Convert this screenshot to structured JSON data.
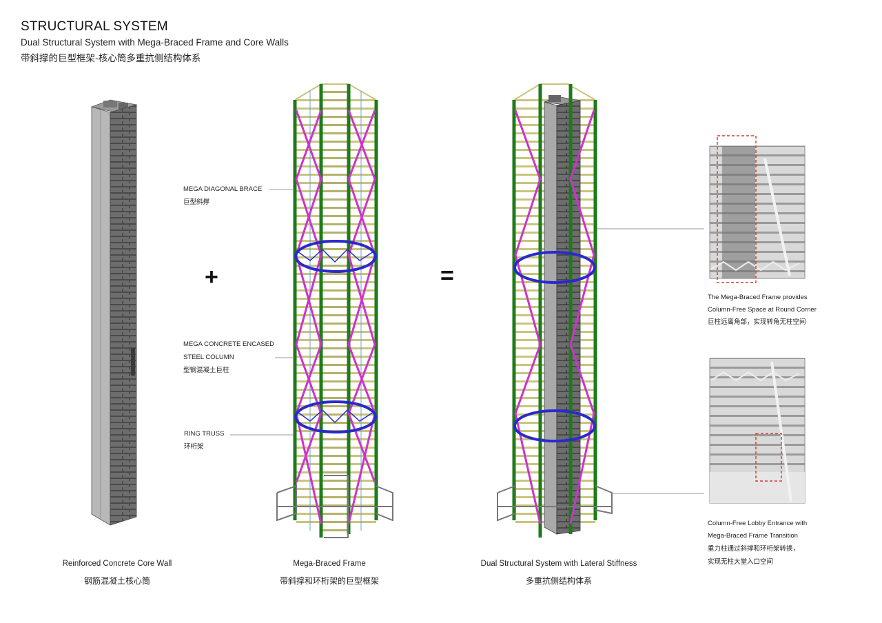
{
  "header": {
    "title": "STRUCTURAL SYSTEM",
    "subtitle_en": "Dual Structural System with Mega-Braced Frame and Core Walls",
    "subtitle_cn": "带斜撑的巨型框架-核心筒多重抗侧结构体系"
  },
  "operators": {
    "plus": "+",
    "equals": "="
  },
  "callouts": {
    "diagonal_brace": {
      "en": "MEGA DIAGONAL BRACE",
      "cn": "巨型斜撑"
    },
    "column": {
      "en1": "MEGA CONCRETE ENCASED",
      "en2": "STEEL COLUMN",
      "cn": "型钢混凝土巨柱"
    },
    "ring_truss": {
      "en": "RING TRUSS",
      "cn": "环桁架"
    }
  },
  "captions": {
    "core": {
      "en": "Reinforced Concrete Core Wall",
      "cn": "钢筋混凝土核心筒"
    },
    "frame": {
      "en": "Mega-Braced Frame",
      "cn": "带斜撑和环桁架的巨型框架"
    },
    "dual": {
      "en": "Dual Structural System with Lateral Stiffness",
      "cn": "多重抗侧结构体系"
    }
  },
  "details": {
    "corner": {
      "line1": "The Mega-Braced Frame provides",
      "line2": "Column-Free Space at Round Corner",
      "line3": "巨柱远离角部，实现转角无柱空间"
    },
    "lobby": {
      "line1": "Column-Free Lobby Entrance with",
      "line2": "Mega-Braced Frame Transition",
      "line3": "重力柱通过斜撑和环桁架转换，",
      "line4": "实现无柱大堂入口空间"
    }
  },
  "colors": {
    "column": "#1f7a1a",
    "brace": "#cc33cc",
    "ring_truss": "#2a2acc",
    "floor": "#c8c47a",
    "core": "#8a8a8a",
    "highlight": "#d93a2b"
  }
}
